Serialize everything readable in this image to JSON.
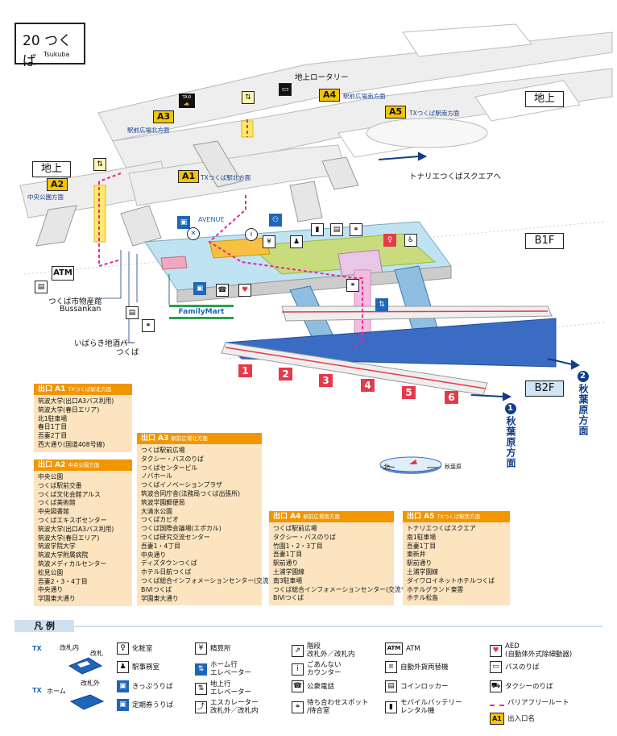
{
  "title": {
    "ja": "20 つくば",
    "en": "Tsukuba"
  },
  "levels": {
    "ground": "地上",
    "ground_left": "地上",
    "b1f": "B1F",
    "b2f": "B2F"
  },
  "map_labels": {
    "rotary": "地上ロータリー",
    "tonarie": "トナリエつくばスクエアへ",
    "bussankan_ja": "つくば市物産館",
    "bussankan_en": "Bussankan",
    "ibaraki_bar_1": "いばらき地酒バー",
    "ibaraki_bar_2": "つくば",
    "avenue": "AVENUE",
    "familymart": "FamilyMart",
    "atm": "ATM",
    "taxi": "TAXI"
  },
  "map_exits": [
    {
      "code": "A1",
      "desc": "TXつくば駅北方面"
    },
    {
      "code": "A2",
      "desc": "中央公園方面"
    },
    {
      "code": "A3",
      "desc": "駅前広場北方面"
    },
    {
      "code": "A4",
      "desc": "駅前広場南方面"
    },
    {
      "code": "A5",
      "desc": "TXつくば駅南方面"
    }
  ],
  "platforms": [
    "1",
    "2",
    "3",
    "4",
    "5",
    "6"
  ],
  "directions": {
    "d1": {
      "num": "1",
      "text": "秋葉原方面"
    },
    "d2": {
      "num": "2",
      "text": "秋葉原方面"
    }
  },
  "compass": {
    "north": "北",
    "south_label": "秋葉原"
  },
  "exits": {
    "a1": {
      "label": "出口 A1",
      "sub": "TXつくば駅北方面",
      "items": [
        "筑波大学(出口A3バス利用)",
        "筑波大学(春日エリア)",
        "北1駐車場",
        "春日1丁目",
        "吾妻2丁目",
        "西大通り(国道408号線)"
      ]
    },
    "a2": {
      "label": "出口 A2",
      "sub": "中央公園方面",
      "items": [
        "中央公園",
        "つくば駅前交番",
        "つくば文化会館アルス",
        "つくば美術館",
        "中央図書館",
        "つくばエキスポセンター",
        "筑波大学(出口A3バス利用)",
        "筑波大学(春日エリア)",
        "筑波学院大学",
        "筑波大学附属病院",
        "筑波メディカルセンター",
        "松見公園",
        "吾妻2・3・4丁目",
        "中央通り",
        "学園東大通り"
      ]
    },
    "a3": {
      "label": "出口 A3",
      "sub": "駅前広場北方面",
      "items": [
        "つくば駅前広場",
        "タクシー・バスのりば",
        "つくばセンタービル",
        "ノバホール",
        "つくばイノベーションプラザ",
        "筑波合同庁舎(法務局つくば出張所)",
        "筑波学園郵便局",
        "大清水公園",
        "つくばカピオ",
        "つくば国際会議場(エポカル)",
        "つくば研究交流センター",
        "吾妻1・4丁目",
        "中央通り",
        "ディズタウンつくば",
        "ホテル日航つくば",
        "つくば総合インフォメーションセンター(交流サロン)",
        "BiViつくば",
        "学園東大通り"
      ]
    },
    "a4": {
      "label": "出口 A4",
      "sub": "駅前広場南方面",
      "items": [
        "つくば駅前広場",
        "タクシー・バスのりば",
        "竹園1・2・3丁目",
        "吾妻1丁目",
        "駅前通り",
        "土浦学園線",
        "南3駐車場",
        "つくば総合インフォメーションセンター(交流サロン)",
        "BiViつくば"
      ]
    },
    "a5": {
      "label": "出口 A5",
      "sub": "TXつくば駅南方面",
      "items": [
        "トナリエつくばスクエア",
        "南1駐車場",
        "吾妻1丁目",
        "東新井",
        "駅前通り",
        "土浦学園線",
        "ダイワロイネットホテルつくば",
        "ホテルグランド東雲",
        "ホテル松島"
      ]
    }
  },
  "legend": {
    "title": "凡 例",
    "gate_in": "改札内",
    "gate_out": "改札外",
    "gate": "改札",
    "home": "ホーム",
    "tx_logo": "TX",
    "items": [
      {
        "key": "toilet",
        "label": "化粧室",
        "icon": "toilet-icon"
      },
      {
        "key": "settlement",
        "label": "精算所",
        "icon": "fare-adjust-icon"
      },
      {
        "key": "stairs",
        "label": "階段\n改札外／改札内",
        "icon": "stairs-icon"
      },
      {
        "key": "atm",
        "label": "ATM",
        "icon": "atm-icon"
      },
      {
        "key": "aed",
        "label": "AED\n(自動体外式除細動器)",
        "icon": "aed-icon"
      },
      {
        "key": "office",
        "label": "駅事務室",
        "icon": "office-icon"
      },
      {
        "key": "home_elevator",
        "label": "ホーム行\nエレベーター",
        "icon": "platform-elevator-icon"
      },
      {
        "key": "info",
        "label": "ごあんない\nカウンター",
        "icon": "info-icon"
      },
      {
        "key": "vending",
        "label": "自動外貨両替機",
        "icon": "currency-exchange-icon"
      },
      {
        "key": "bus",
        "label": "バスのりば",
        "icon": "bus-icon"
      },
      {
        "key": "ticket",
        "label": "きっぷうりば",
        "icon": "ticket-icon"
      },
      {
        "key": "ground_elevator",
        "label": "地上行\nエレベーター",
        "icon": "ground-elevator-icon"
      },
      {
        "key": "phone",
        "label": "公衆電話",
        "icon": "phone-icon"
      },
      {
        "key": "locker",
        "label": "コインロッカー",
        "icon": "locker-icon"
      },
      {
        "key": "taxi",
        "label": "タクシーのりば",
        "icon": "taxi-icon"
      },
      {
        "key": "commuter",
        "label": "定期券うりば",
        "icon": "commuter-pass-icon"
      },
      {
        "key": "escalator",
        "label": "エスカレーター\n改札外／改札内",
        "icon": "escalator-icon"
      },
      {
        "key": "meeting",
        "label": "待ち合わせスポット\n/待合室",
        "icon": "meeting-spot-icon"
      },
      {
        "key": "battery",
        "label": "モバイルバッテリー\nレンタル機",
        "icon": "battery-icon"
      },
      {
        "key": "barrier_free",
        "label": "バリアフリールート",
        "icon": "barrier-free-route-icon"
      },
      {
        "key": "exit_code",
        "label": "出入口名",
        "icon": "exit-code-icon"
      }
    ]
  },
  "colors": {
    "exit_header": "#f29600",
    "exit_body": "#fbe4bf",
    "exit_code": "#f5c400",
    "platform_num": "#e53a4a",
    "direction": "#123d8a",
    "barrier_free": "#e6289a",
    "b1_green": "#c8dc7e",
    "b1_blue": "#bfe3f2",
    "b2_blue": "#3a6cc4"
  }
}
